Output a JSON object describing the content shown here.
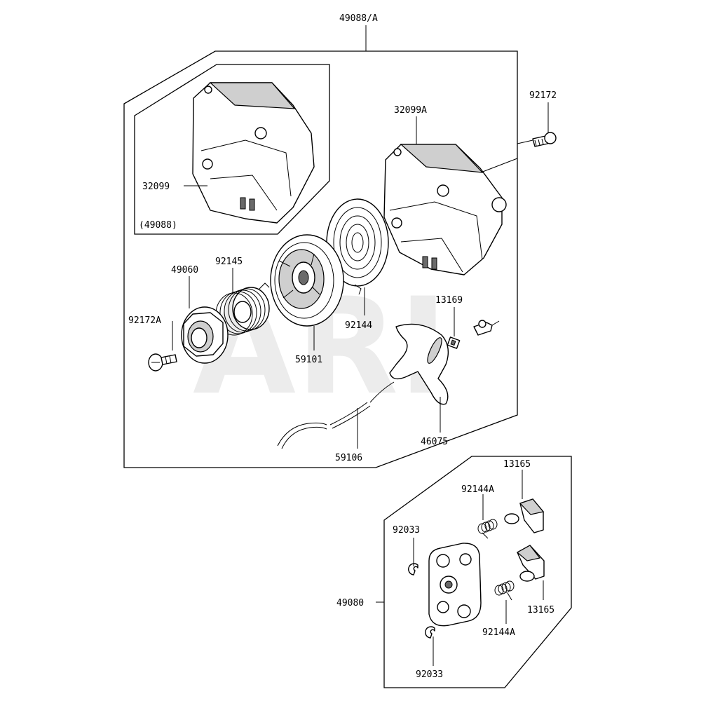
{
  "watermark": "ARI",
  "labels": {
    "assembly_top": "49088/A",
    "bolt_top": "92172",
    "case_a": "32099A",
    "case": "32099",
    "case_note": "(49088)",
    "ratchet": "49060",
    "spring": "92145",
    "screw": "92172A",
    "pulley": "59101",
    "recoil_spring": "92144",
    "pin": "13169",
    "rope": "59106",
    "handle": "46075",
    "assembly_bottom": "49080",
    "pawl_top": "13165",
    "spring_top": "92144A",
    "clip_top": "92033",
    "pawl_bottom": "13165",
    "spring_bottom": "92144A",
    "clip_bottom": "92033"
  }
}
